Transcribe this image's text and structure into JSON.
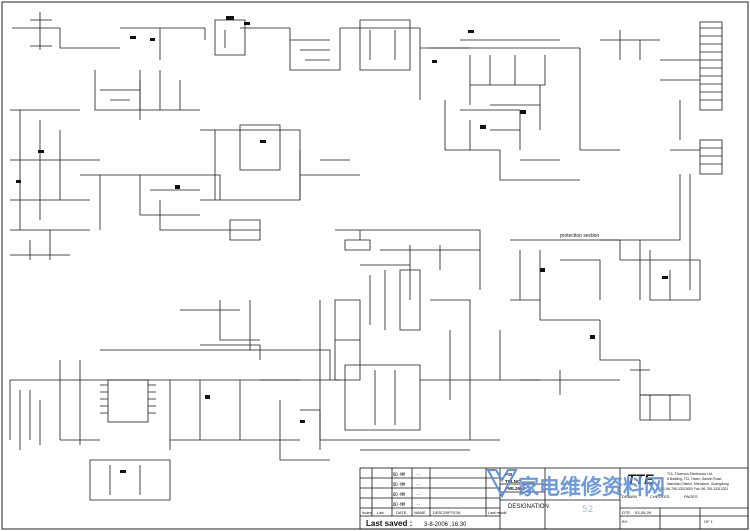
{
  "section_label": "protection section",
  "title_block": {
    "revisions": [
      {
        "name": "DD-MM",
        "date": "--"
      },
      {
        "name": "DD-MM",
        "date": "--"
      },
      {
        "name": "DD-MM",
        "date": "--"
      },
      {
        "name": "DD-MM",
        "date": "--"
      }
    ],
    "header_index": "Index",
    "header_lab": "Lab",
    "header_date": "DATE",
    "header_name": "NAME",
    "header_desc": "DESCRIPTION",
    "last_modif": "Last modif",
    "last_saved_label": "Last saved :",
    "last_saved_value": "3-8-2006 ,16:30",
    "psu": "PSU",
    "tcl_no": "TCLNO:",
    "part_no": "PWL2652",
    "designation": "DESIGNATION",
    "drawn": "DRAWN",
    "checked": "CHECKED",
    "pages": "PAGES",
    "date_row": "DTE:",
    "date_value": "03-05-09",
    "by_row": "BY:",
    "sheet": "OF 1"
  },
  "logo_text": "TTE",
  "company_lines": [
    "TCL-Thomson Electronics Ltd.",
    "8 Building, TCL Tower, Gaoxin Road",
    "Nanshan District, Shenzhen, Guangdong",
    "Tel: 86-755-33313000   Fax: 86-755-33313321"
  ],
  "watermark": "家电维修资料网",
  "watermark_sub": "52"
}
